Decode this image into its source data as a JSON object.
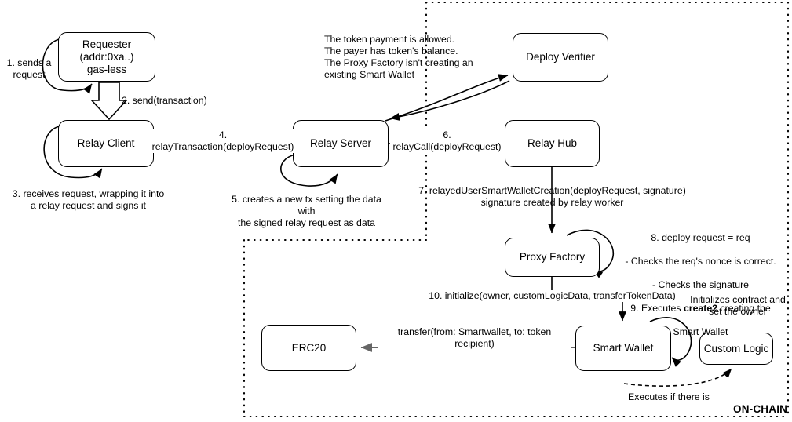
{
  "diagram": {
    "title_text": "ON-CHAIN",
    "nodes": [
      {
        "id": "requester",
        "label": "Requester\n(addr:0xa..)\ngas-less"
      },
      {
        "id": "relay-client",
        "label": "Relay Client"
      },
      {
        "id": "relay-server",
        "label": "Relay Server"
      },
      {
        "id": "relay-hub",
        "label": "Relay Hub"
      },
      {
        "id": "deploy-verifier",
        "label": "Deploy Verifier"
      },
      {
        "id": "proxy-factory",
        "label": "Proxy Factory"
      },
      {
        "id": "smart-wallet",
        "label": "Smart Wallet"
      },
      {
        "id": "custom-logic",
        "label": "Custom Logic"
      },
      {
        "id": "erc20",
        "label": "ERC20"
      }
    ],
    "labels": {
      "step1": "1. sends a\nrequest",
      "step2": "2. send(transaction)",
      "step3": "3. receives request, wrapping it into\na relay request and signs it",
      "step4": "4. relayTransaction(deployRequest)",
      "step5": "5. creates a new tx setting the data with\nthe signed relay request as data",
      "step6": "6. relayCall(deployRequest)",
      "step7": "7. relayedUserSmartWalletCreation(deployRequest, signature)\nsignature created by relay worker",
      "verifier_note": "The token payment is allowed.\nThe payer has token's balance.\nThe Proxy Factory isn't creating an\nexisting Smart Wallet",
      "step8_line1": "8. deploy request = req",
      "step8_line2": "- Checks the req's nonce is correct.",
      "step8_line3": "- Checks the signature",
      "step9_pre": "9. Executes ",
      "step9_bold": "create2",
      "step9_post": " creating the",
      "step9_line2": "Smart Wallet",
      "step10": "10. initialize(owner, customLogicData, transferTokenData)",
      "transfer": "transfer(from: Smartwallet, to: token recipient)",
      "initializes_note": "Initializes contract and\nset the owner",
      "executes_note": "Executes if there is",
      "onchain": "ON-CHAIN"
    },
    "colors": {
      "stroke": "#000000",
      "background": "#ffffff",
      "gray_arrow": "#666666",
      "boundary": "#000000"
    }
  }
}
